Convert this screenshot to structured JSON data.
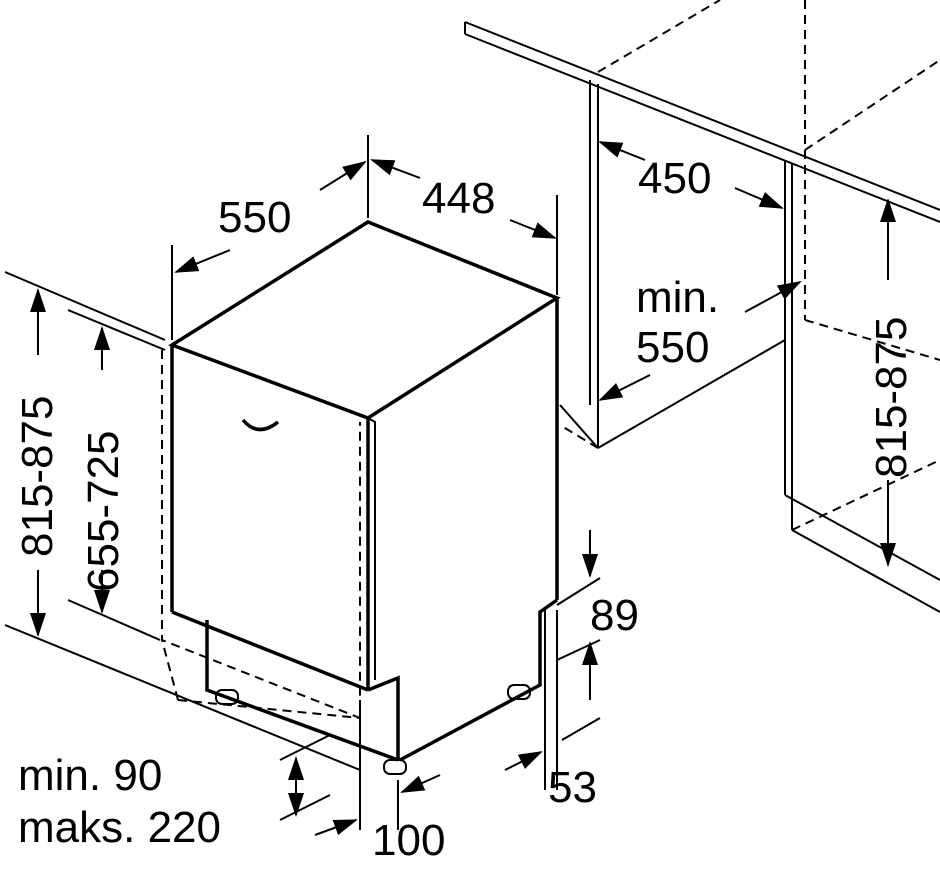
{
  "dimensions": {
    "depth": "550",
    "width": "448",
    "niche_width": "450",
    "niche_depth_prefix": "min.",
    "niche_depth": "550",
    "height_total_left": "815-875",
    "height_door": "655-725",
    "height_total_right": "815-875",
    "plinth_89": "89",
    "plinth_53": "53",
    "plinth_min": "min. 90",
    "plinth_max": "maks. 220",
    "foot_100": "100"
  }
}
